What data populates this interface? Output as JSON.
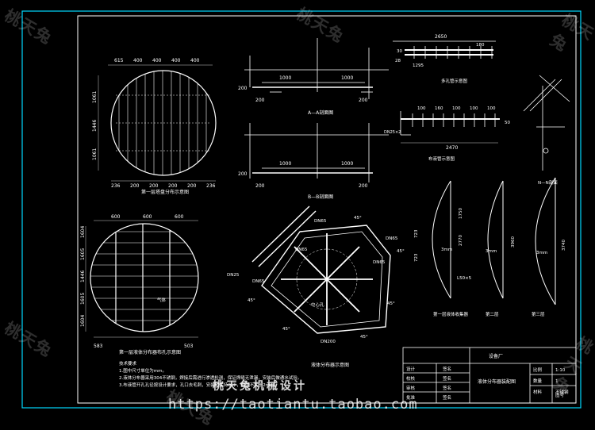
{
  "watermark": {
    "brand": "桃天兔",
    "slogan": "桃天兔机械设计",
    "url": "https://taotiantu.taobao.com"
  },
  "dims": {
    "plate1_top": [
      "615",
      "400",
      "400",
      "400",
      "400"
    ],
    "plate1_left": [
      "1061",
      "1446",
      "1061"
    ],
    "plate1_bottom": [
      "236",
      "200",
      "200",
      "200",
      "200",
      "236"
    ],
    "section_a": [
      "1000",
      "1000",
      "200",
      "200",
      "200"
    ],
    "section_b": [
      "1000",
      "1000",
      "200",
      "200",
      "200"
    ],
    "det_top_total": "2650",
    "det_top": [
      "1295",
      "30",
      "180"
    ],
    "det_top_h": "28",
    "det_mid_total": "2470",
    "det_mid": [
      "100",
      "160",
      "100",
      "100",
      "100"
    ],
    "det_mid_h": "50",
    "det_mid_side": "DN25×2",
    "plate2_top": [
      "600",
      "600",
      "600"
    ],
    "plate2_left": [
      "1604",
      "1605",
      "1446",
      "1605",
      "1604"
    ],
    "plate2_bottom": [
      "583",
      "503"
    ],
    "dist_pipe": [
      "DN65",
      "DN65",
      "DN25",
      "DN65",
      "DN65",
      "DN200",
      "DN65"
    ],
    "angles": [
      "45°",
      "45°",
      "45°",
      "45°",
      "45°",
      "45°"
    ],
    "arc_dims": [
      "723",
      "723",
      "1750",
      "2770",
      "3960",
      "3740",
      "3mm",
      "3mm",
      "3mm"
    ],
    "arc_label": "L50×5"
  },
  "labels": {
    "plate1_title": "第一层塔盘分布示意图",
    "plate2_title": "第一层液体分布器布孔示意图",
    "section_a_title": "A—A剖面图",
    "section_b_title": "B—B剖面图",
    "det_top_title": "多孔管示意图",
    "det_mid_title": "布液管示意图",
    "side_title": "N—N剖面",
    "dist_title": "液体分布器示意图",
    "arc1_title": "第一层液体收集器",
    "arc2_title": "第二层",
    "arc3_title": "第三层",
    "note_small": "气体",
    "center_label": "中心孔",
    "notes_title": "技术要求",
    "notes": [
      "1.图中尺寸单位为mm。",
      "2.液体分布器采用304不锈钢，焊接后需进行渗透检测，保证焊缝无泄漏，安装后做通水试验。",
      "3.布液管开孔孔径按设计要求，孔口去毛刺，安装时保持水平，偏差不大于2mm。"
    ]
  },
  "title_block": {
    "company": "设备厂",
    "drawing_name": "液体分布器装配图",
    "rows": [
      {
        "label": "设计",
        "value": "签名"
      },
      {
        "label": "校核",
        "value": "签名"
      },
      {
        "label": "审核",
        "value": "签名"
      },
      {
        "label": "批准",
        "value": "签名"
      }
    ],
    "right_rows": [
      {
        "label": "比例",
        "value": "1:10"
      },
      {
        "label": "数量",
        "value": "1"
      },
      {
        "label": "材料",
        "value": "不锈钢"
      }
    ],
    "drawing_no": "图号"
  },
  "colors": {
    "background": "#000000",
    "line": "#ffffff",
    "frame": "#00d8ff",
    "dim": "#c8c8c8"
  }
}
